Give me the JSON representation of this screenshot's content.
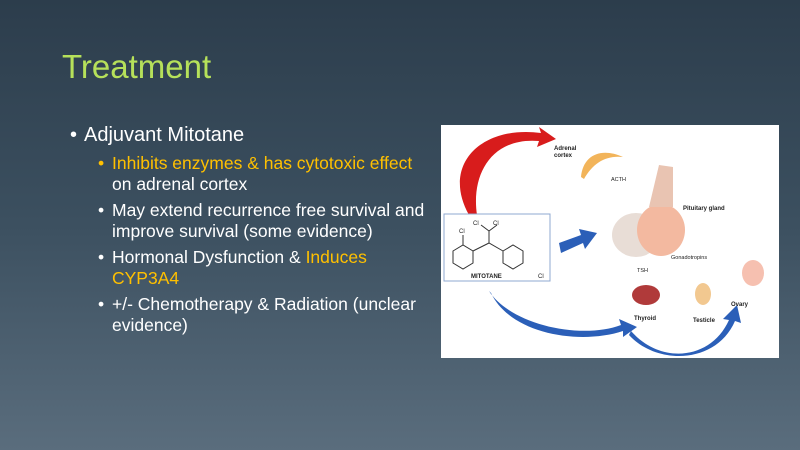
{
  "title": "Treatment",
  "bullet": "Adjuvant Mitotane",
  "sub": [
    {
      "a": "Inhibits enzymes & has cytotoxic effect",
      "b": " on adrenal cortex"
    },
    {
      "a": "May extend recurrence free survival and improve survival (some evidence)"
    },
    {
      "a": "Hormonal Dysfunction & ",
      "b": "Induces CYP3A4"
    },
    {
      "a": "+/- Chemotherapy & Radiation (unclear evidence)"
    }
  ],
  "figure": {
    "adrenal": "Adrenal",
    "cortex": "cortex",
    "acth": "ACTH",
    "pituitary": "Pituitary gland",
    "mitotane": "MITOTANE",
    "cl": "Cl",
    "tsh": "TSH",
    "gonadotropins": "Gonadotropins",
    "thyroid": "Thyroid",
    "testicle": "Testicle",
    "ovary": "Ovary"
  },
  "colors": {
    "title": "#b6e15a",
    "highlight": "#ffc000",
    "red_arrow": "#d81c1c",
    "blue_arrow": "#2b5fb8"
  }
}
